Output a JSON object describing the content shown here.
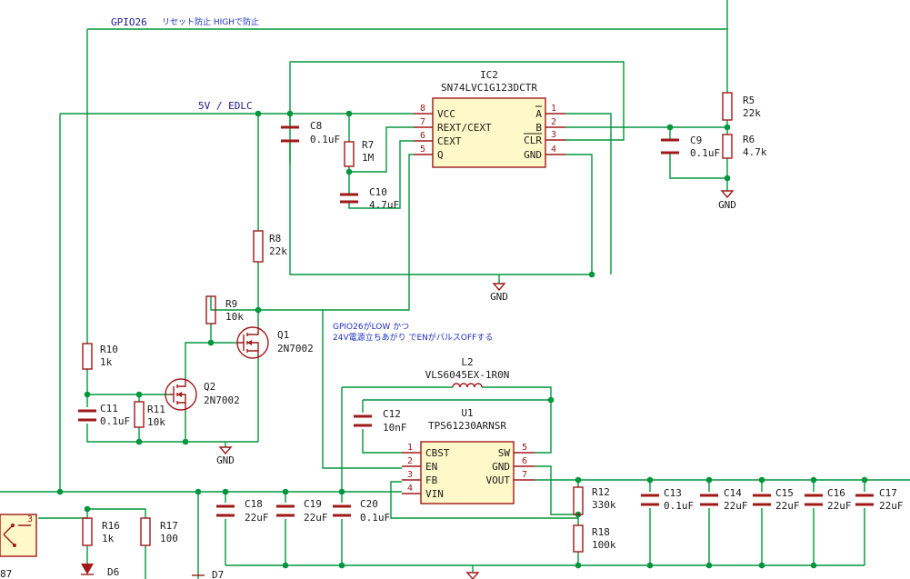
{
  "nets": {
    "gpio26": "GPIO26",
    "gpio26_note": "リセット防止  HIGHで防止",
    "v5": "5V / EDLC",
    "gnd": "GND"
  },
  "notes": {
    "line1": "GPIO26がLOW かつ",
    "line2": "24V電源立ちあがり でENがパルスOFFする"
  },
  "ic2": {
    "ref": "IC2",
    "value": "SN74LVC1G123DCTR",
    "left_pins": [
      {
        "num": "8",
        "name": "VCC"
      },
      {
        "num": "7",
        "name": "REXT/CEXT"
      },
      {
        "num": "6",
        "name": "CEXT"
      },
      {
        "num": "5",
        "name": "Q"
      }
    ],
    "right_pins": [
      {
        "num": "1",
        "name": "A"
      },
      {
        "num": "2",
        "name": "B"
      },
      {
        "num": "3",
        "name": "CLR"
      },
      {
        "num": "4",
        "name": "GND"
      }
    ]
  },
  "u1": {
    "ref": "U1",
    "value": "TPS61230ARNSR",
    "left_pins": [
      {
        "num": "1",
        "name": "CBST"
      },
      {
        "num": "2",
        "name": "EN"
      },
      {
        "num": "3",
        "name": "FB"
      },
      {
        "num": "4",
        "name": "VIN"
      }
    ],
    "right_pins": [
      {
        "num": "5",
        "name": "SW"
      },
      {
        "num": "6",
        "name": "GND"
      },
      {
        "num": "7",
        "name": "VOUT"
      }
    ]
  },
  "l2": {
    "ref": "L2",
    "value": "VLS6045EX-1R0N"
  },
  "resistors": {
    "r5": {
      "ref": "R5",
      "value": "22k"
    },
    "r6": {
      "ref": "R6",
      "value": "4.7k"
    },
    "r7": {
      "ref": "R7",
      "value": "1M"
    },
    "r8": {
      "ref": "R8",
      "value": "22k"
    },
    "r9": {
      "ref": "R9",
      "value": "10k"
    },
    "r10": {
      "ref": "R10",
      "value": "1k"
    },
    "r11": {
      "ref": "R11",
      "value": "10k"
    },
    "r12": {
      "ref": "R12",
      "value": "330k"
    },
    "r16": {
      "ref": "R16",
      "value": "1k"
    },
    "r17": {
      "ref": "R17",
      "value": "100"
    },
    "r18": {
      "ref": "R18",
      "value": "100k"
    }
  },
  "capacitors": {
    "c8": {
      "ref": "C8",
      "value": "0.1uF"
    },
    "c9": {
      "ref": "C9",
      "value": "0.1uF"
    },
    "c10": {
      "ref": "C10",
      "value": "4.7uF"
    },
    "c11": {
      "ref": "C11",
      "value": "0.1uF"
    },
    "c12": {
      "ref": "C12",
      "value": "10nF"
    },
    "c13": {
      "ref": "C13",
      "value": "0.1uF"
    },
    "c14": {
      "ref": "C14",
      "value": "22uF"
    },
    "c15": {
      "ref": "C15",
      "value": "22uF"
    },
    "c16": {
      "ref": "C16",
      "value": "22uF"
    },
    "c17": {
      "ref": "C17",
      "value": "22uF"
    },
    "c18": {
      "ref": "C18",
      "value": "22uF"
    },
    "c19": {
      "ref": "C19",
      "value": "22uF"
    },
    "c20": {
      "ref": "C20",
      "value": "0.1uF"
    }
  },
  "transistors": {
    "q1": {
      "ref": "Q1",
      "value": "2N7002"
    },
    "q2": {
      "ref": "Q2",
      "value": "2N7002"
    }
  },
  "diodes": {
    "d6": {
      "ref": "D6"
    },
    "d7": {
      "ref": "D7"
    }
  },
  "partial": {
    "left_ref": "87",
    "pin3": "3"
  }
}
